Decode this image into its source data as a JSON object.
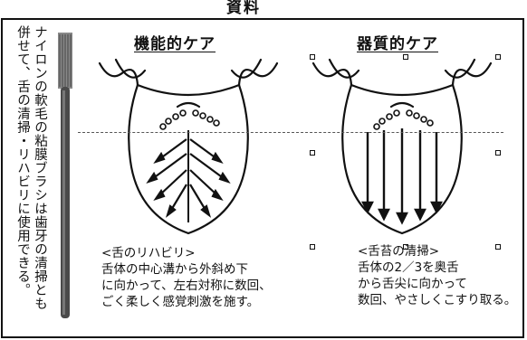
{
  "top_title": "資料",
  "side_text": {
    "line1": "ナイロンの軟毛の粘膜ブラシは歯牙の清掃とも",
    "line2": "併せて、舌の清掃・リハビリに使用できる。"
  },
  "functional": {
    "heading": "機能的ケア",
    "caption_title": "<舌のリハビリ>",
    "caption_lines": [
      "舌体の中心溝から外斜め下",
      "に向かって、左右対称に数回、",
      "ごく柔しく感覚刺激を施す。"
    ]
  },
  "organic": {
    "heading": "器質的ケア",
    "caption_title": "<舌苔の清掃>",
    "caption_lines": [
      "舌体の2／3を奥舌",
      "から舌尖に向かって",
      "数回、やさしくこすり取る。"
    ]
  }
}
